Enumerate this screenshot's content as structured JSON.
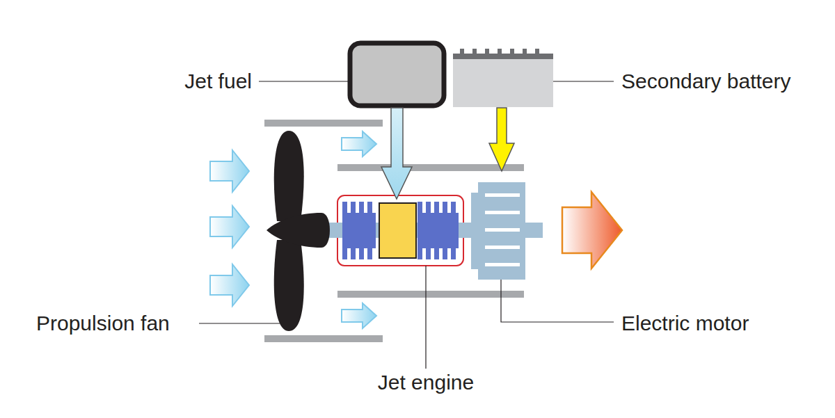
{
  "diagram": {
    "labels": [
      "Jet fuel",
      "Secondary battery",
      "Propulsion fan",
      "Electric motor",
      "Jet engine"
    ]
  }
}
